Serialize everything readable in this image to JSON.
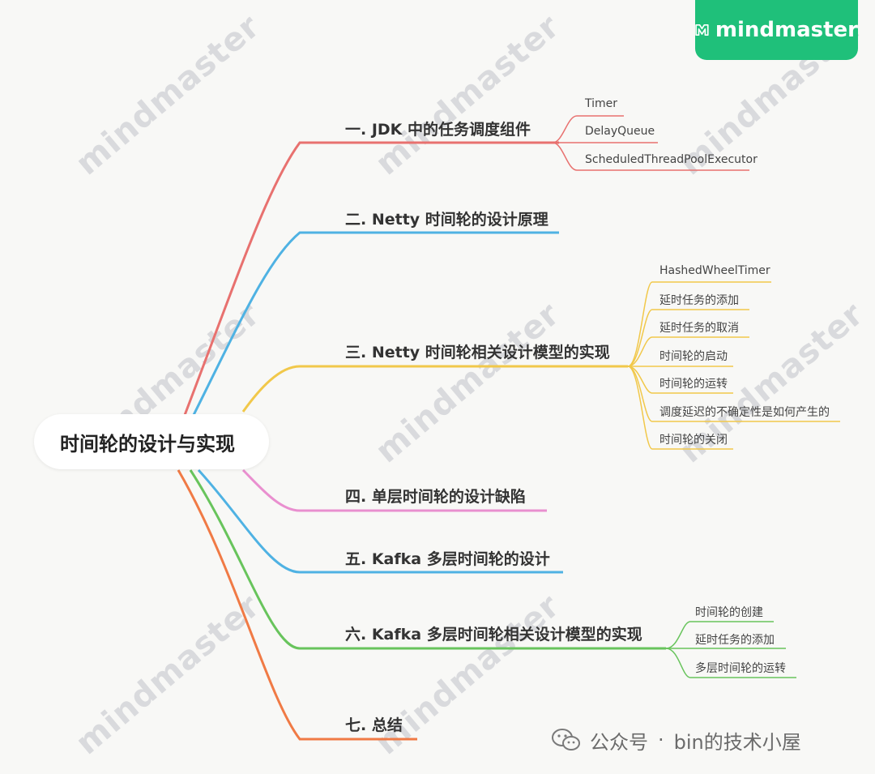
{
  "brand": {
    "name": "mindmaster"
  },
  "watermark": {
    "text": "mindmaster"
  },
  "root": {
    "label": "时间轮的设计与实现"
  },
  "branches": [
    {
      "label": "一. JDK 中的任务调度组件",
      "color": "#e8716f",
      "children": [
        "Timer",
        "DelayQueue",
        "ScheduledThreadPoolExecutor"
      ]
    },
    {
      "label": "二. Netty 时间轮的设计原理",
      "color": "#4fb2e3",
      "children": []
    },
    {
      "label": "三. Netty 时间轮相关设计模型的实现",
      "color": "#f1c84a",
      "children": [
        "HashedWheelTimer",
        "延时任务的添加",
        "延时任务的取消",
        "时间轮的启动",
        "时间轮的运转",
        "调度延迟的不确定性是如何产生的",
        "时间轮的关闭"
      ]
    },
    {
      "label": "四. 单层时间轮的设计缺陷",
      "color": "#e98fcf",
      "children": []
    },
    {
      "label": "五. Kafka 多层时间轮的设计",
      "color": "#4fb2e3",
      "children": []
    },
    {
      "label": "六. Kafka 多层时间轮相关设计模型的实现",
      "color": "#68c45c",
      "children": [
        "时间轮的创建",
        "延时任务的添加",
        "多层时间轮的运转"
      ]
    },
    {
      "label": "七. 总结",
      "color": "#f07a45",
      "children": []
    }
  ],
  "footer": {
    "account": "公众号",
    "separator": "·",
    "name": "bin的技术小屋"
  }
}
